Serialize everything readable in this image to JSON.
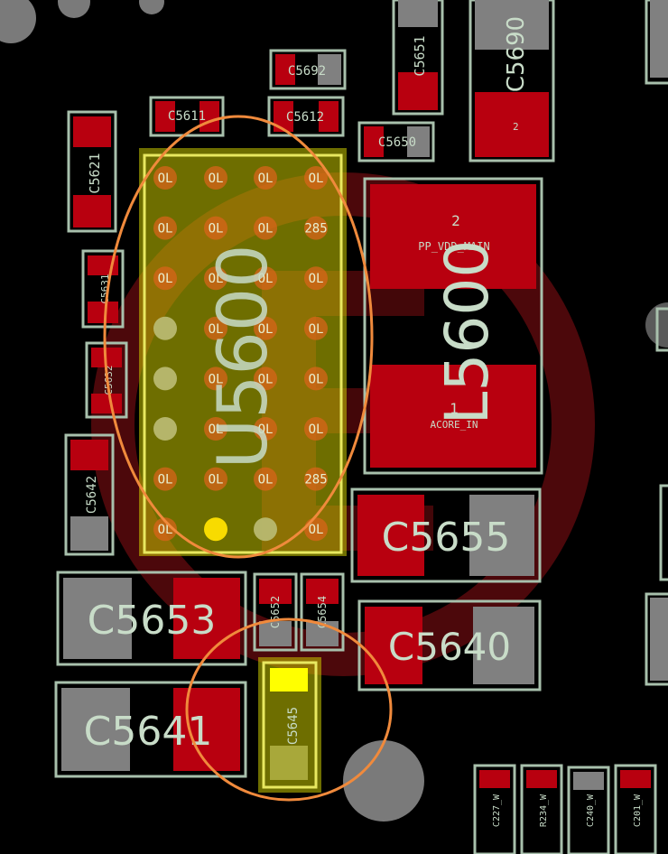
{
  "colors": {
    "background": "#000000",
    "pad": "#b8000f",
    "outline": "#a8c0ac",
    "gray_pad": "#808080",
    "highlight_yellow": "#c8c800",
    "circle_orange": "#f08a3c",
    "bga_pin": "#e05a00",
    "watermark": "#8a0f14"
  },
  "components": {
    "C5692": "C5692",
    "C5651": "C5651",
    "C5690": "C5690",
    "C5690_pin": "2",
    "C5611": "C5611",
    "C5612": "C5612",
    "C5650": "C5650",
    "C5621": "C5621",
    "C5631": "C5631",
    "C5632": "C5632",
    "C5642": "C5642",
    "U5600": "U5600",
    "L5600": "L5600",
    "L5600_pin_top": "2",
    "L5600_pin_bottom": "1",
    "L5600_net_top": "PP_VDD_MAIN",
    "L5600_net_bottom": "ACORE_IN",
    "C5655": "C5655",
    "C5653": "C5653",
    "C5652": "C5652",
    "C5654": "C5654",
    "C5640": "C5640",
    "C5641": "C5641",
    "C5645": "C5645",
    "C227_W": "C227_W",
    "R234_W": "R234_W",
    "C240_W": "C240_W",
    "C201_W": "C201_W"
  },
  "bga_grid": [
    [
      "OL",
      "OL",
      "OL",
      "OL"
    ],
    [
      "OL",
      "OL",
      "OL",
      "285"
    ],
    [
      "OL",
      "OL",
      "OL",
      "OL"
    ],
    [
      "",
      "OL",
      "OL",
      "OL"
    ],
    [
      "",
      "OL",
      "OL",
      "OL"
    ],
    [
      "",
      "OL",
      "OL",
      "OL"
    ],
    [
      "OL",
      "OL",
      "OL",
      "285"
    ],
    [
      "OL",
      "",
      "",
      "OL"
    ]
  ]
}
